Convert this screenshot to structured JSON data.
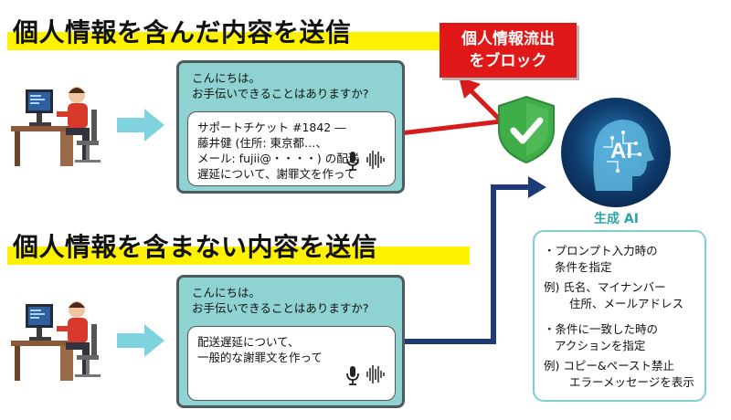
{
  "top_heading": "個人情報を含んだ内容を送信",
  "bottom_heading": "個人情報を含まない内容を送信",
  "block_badge": {
    "line1": "個人情報流出",
    "line2": "をブロック"
  },
  "top_chat": {
    "greeting_line1": "こんにちは。",
    "greeting_line2": "お手伝いできることはありますか?",
    "message_lines": [
      "サポートチケット #1842 ―",
      "藤井健 (住所: 東京都…、",
      "メール: fujii@・・・・) の配送",
      "遅延について、謝罪文を作って"
    ]
  },
  "bottom_chat": {
    "greeting_line1": "こんにちは。",
    "greeting_line2": "お手伝いできることはありますか?",
    "message_lines": [
      "配送遅延について、",
      "一般的な謝罪文を作って"
    ]
  },
  "ai": {
    "badge": "AI",
    "label": "生成 AI"
  },
  "conditions": {
    "item1": [
      "・プロンプト入力時の",
      "条件を指定"
    ],
    "example1": [
      "例) 氏名、マイナンバー",
      "住所、メールアドレス"
    ],
    "item2": [
      "・条件に一致した時の",
      "アクションを指定"
    ],
    "example2": [
      "例) コピー&ペースト禁止",
      "エラーメッセージを表示"
    ]
  },
  "colors": {
    "block_red": "#e01818",
    "line_red": "#d81a1a",
    "line_navy": "#1f3a78",
    "chat_teal": "#8ed3d1",
    "shield_green": "#3fae49",
    "arrow_cyan": "#7fd3df",
    "ai_teal": "#2aa6a7",
    "highlight_yellow": "#fff200"
  },
  "icons": [
    "person-at-computer-icon",
    "microphone-icon",
    "sound-wave-icon",
    "shield-check-icon",
    "ai-head-icon"
  ]
}
